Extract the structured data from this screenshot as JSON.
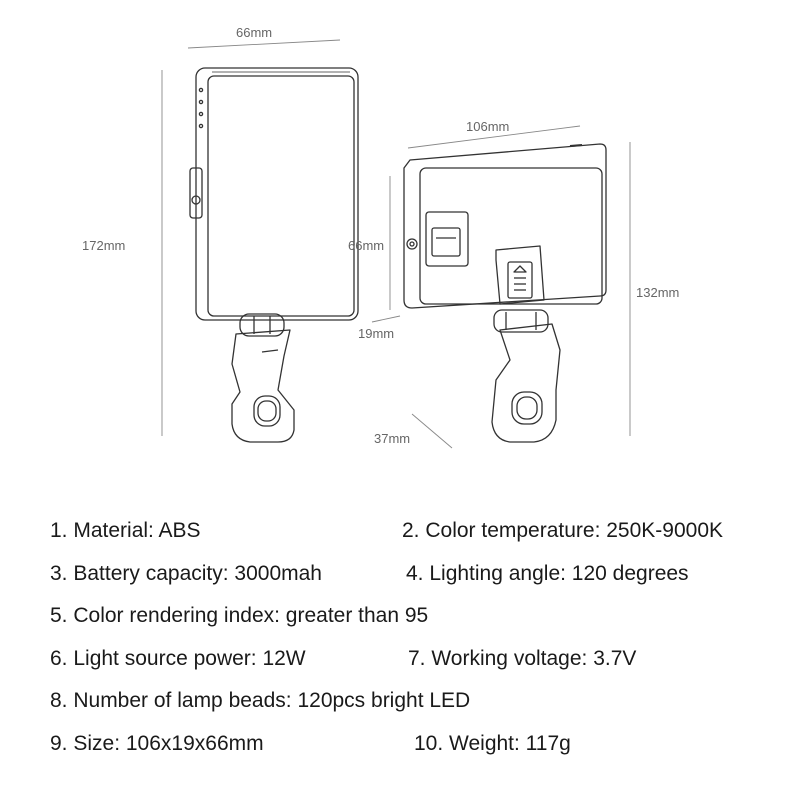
{
  "dimensions": {
    "front_width": "66mm",
    "front_height": "172mm",
    "side_width": "106mm",
    "side_height": "66mm",
    "side_depth": "19mm",
    "total_height": "132mm",
    "clip_depth": "37mm"
  },
  "specs": [
    "1. Material: ABS",
    "2. Color temperature: 250K-9000K",
    "3. Battery capacity: 3000mah",
    "4. Lighting angle: 120 degrees",
    "5. Color rendering index: greater than 95",
    "6. Light source power: 12W",
    "7. Working voltage: 3.7V",
    "8. Number of lamp beads: 120pcs bright LED",
    "9. Size: 106x19x66mm",
    "10. Weight: 117g"
  ],
  "colors": {
    "line": "#333333",
    "dimension_line": "#888888",
    "text": "#1a1a1a"
  }
}
